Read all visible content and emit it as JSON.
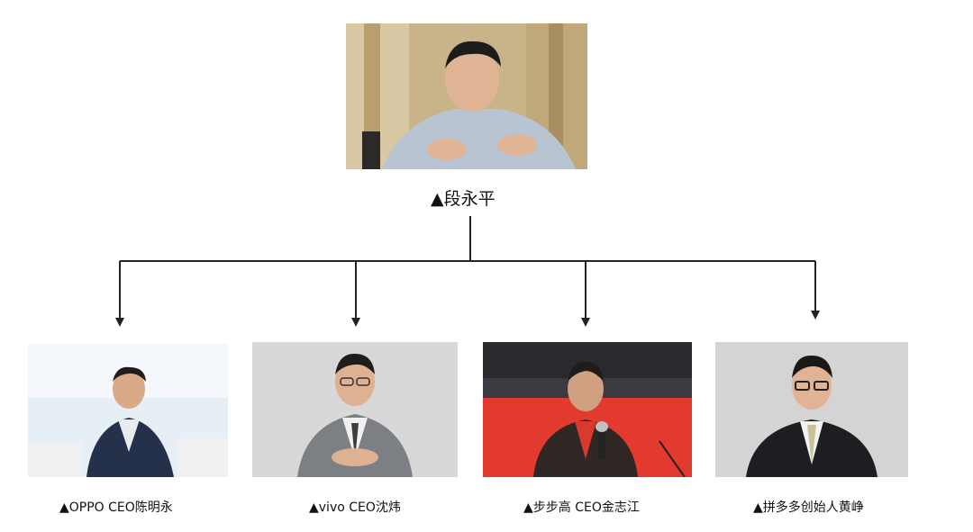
{
  "root": {
    "caption": "▲段永平"
  },
  "children": [
    {
      "caption": "▲OPPO CEO陈明永"
    },
    {
      "caption": "▲vivo CEO沈炜"
    },
    {
      "caption": "▲步步高 CEO金志江"
    },
    {
      "caption": "▲拼多多创始人黄峥"
    }
  ],
  "colors": {
    "line": "#222222",
    "photo_bg_warm": "#c9b48a",
    "photo_bg_light": "#e6eef6",
    "photo_bg_grey": "#d8d8d8",
    "photo_bg_red": "#e23a2e"
  }
}
